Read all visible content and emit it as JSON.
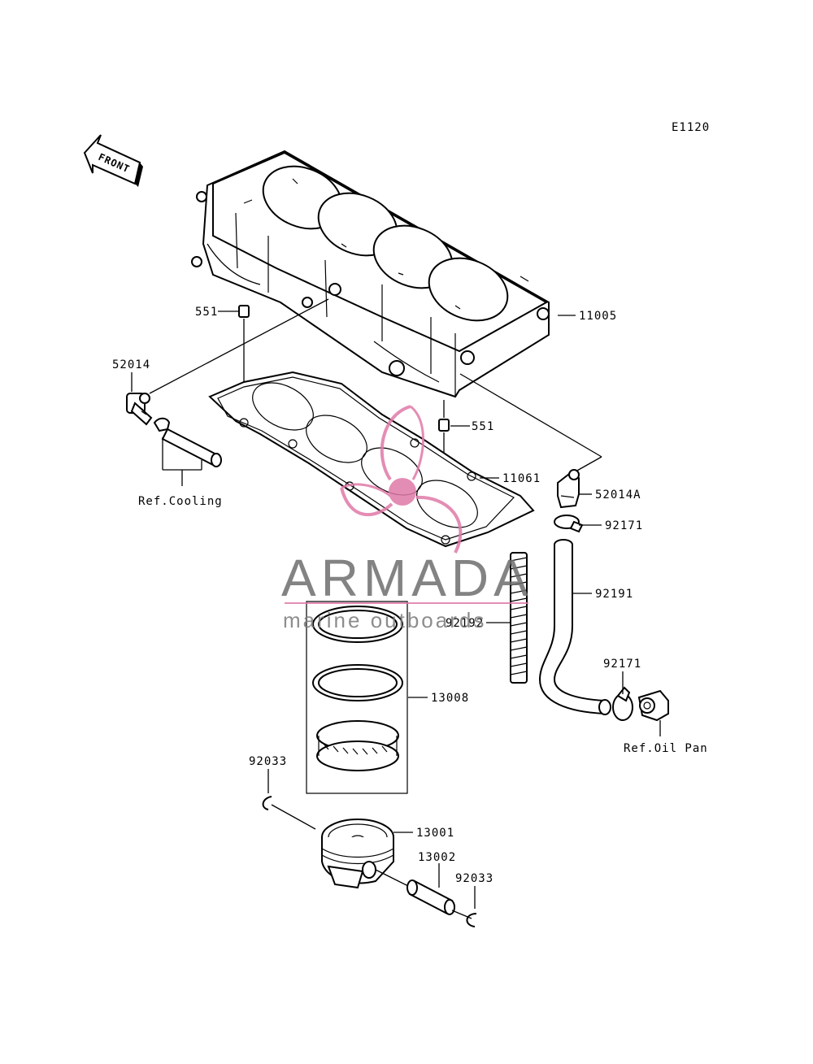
{
  "diagram_code": "E1120",
  "front_label": "FRONT",
  "callouts": {
    "c_551_top": "551",
    "c_11005": "11005",
    "c_52014": "52014",
    "c_551_mid": "551",
    "c_11061": "11061",
    "c_52014a": "52014A",
    "c_92171_top": "92171",
    "c_92191": "92191",
    "c_92192": "92192",
    "c_92171_low": "92171",
    "c_13008": "13008",
    "c_92033_left": "92033",
    "c_13001": "13001",
    "c_13002": "13002",
    "c_92033_right": "92033"
  },
  "references": {
    "ref_cooling": "Ref.Cooling",
    "ref_oil_pan": "Ref.Oil Pan"
  },
  "watermark": {
    "brand": "ARMADA",
    "tagline": "marine outboards",
    "accent_color": "#e07aa8"
  }
}
